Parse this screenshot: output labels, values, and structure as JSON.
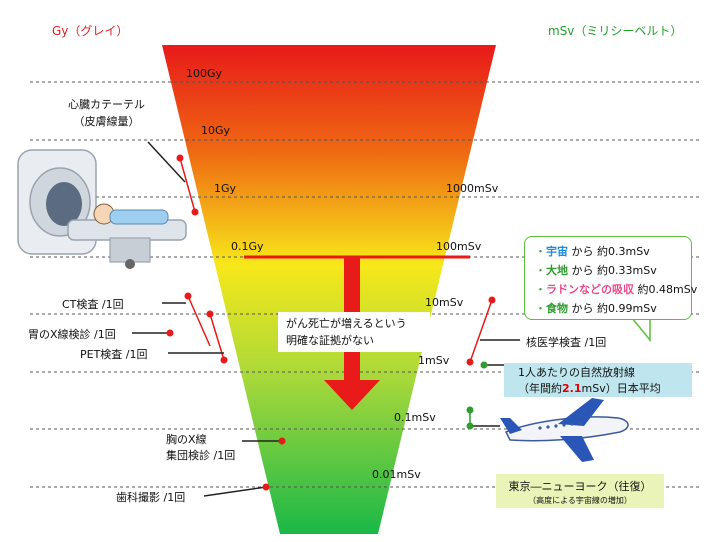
{
  "units": {
    "left": "Gy（グレイ）",
    "right": "mSv（ミリシーベルト）"
  },
  "levels_gy": [
    "100Gy",
    "10Gy",
    "1Gy",
    "0.1Gy"
  ],
  "levels_msv": [
    "1000mSv",
    "100mSv",
    "10mSv",
    "1mSv",
    "0.1mSv",
    "0.01mSv"
  ],
  "threshold_note": [
    "がん死亡が増えるという",
    "明確な証拠がない"
  ],
  "left_items": {
    "catheter": [
      "心臓カテーテル",
      "（皮膚線量）"
    ],
    "ct": "CT検査 /1回",
    "stomach": "胃のX線検診 /1回",
    "pet": "PET検査 /1回",
    "chest": [
      "胸のX線",
      "集団検診 /1回"
    ],
    "dental": "歯科撮影 /1回"
  },
  "right_items": {
    "nuclear": "核医学検査 /1回",
    "natural": {
      "line1": "1人あたりの自然放射線",
      "line2_pre": "（年間約",
      "line2_value": "2.1",
      "line2_post": "mSv）日本平均"
    },
    "flight": {
      "title": "東京―ニューヨーク（往復）",
      "note": "（高度による宇宙線の増加）"
    }
  },
  "natural_sources": [
    {
      "bullet": "・",
      "name": "宇宙",
      "particle": "から",
      "value": "約0.3mSv"
    },
    {
      "bullet": "・",
      "name": "大地",
      "particle": "から",
      "value": "約0.33mSv"
    },
    {
      "bullet": "・",
      "name": "ラドンなどの吸収",
      "particle": "",
      "value": "約0.48mSv"
    },
    {
      "bullet": "・",
      "name": "食物",
      "particle": "から",
      "value": "約0.99mSv"
    }
  ],
  "colors": {
    "funnel_top": "#e81a1a",
    "funnel_mid": "#f7e81a",
    "funnel_bottom": "#1ab848",
    "arrow": "#e81a1a"
  },
  "icons": [
    "mri-scanner-with-patient",
    "airplane"
  ]
}
